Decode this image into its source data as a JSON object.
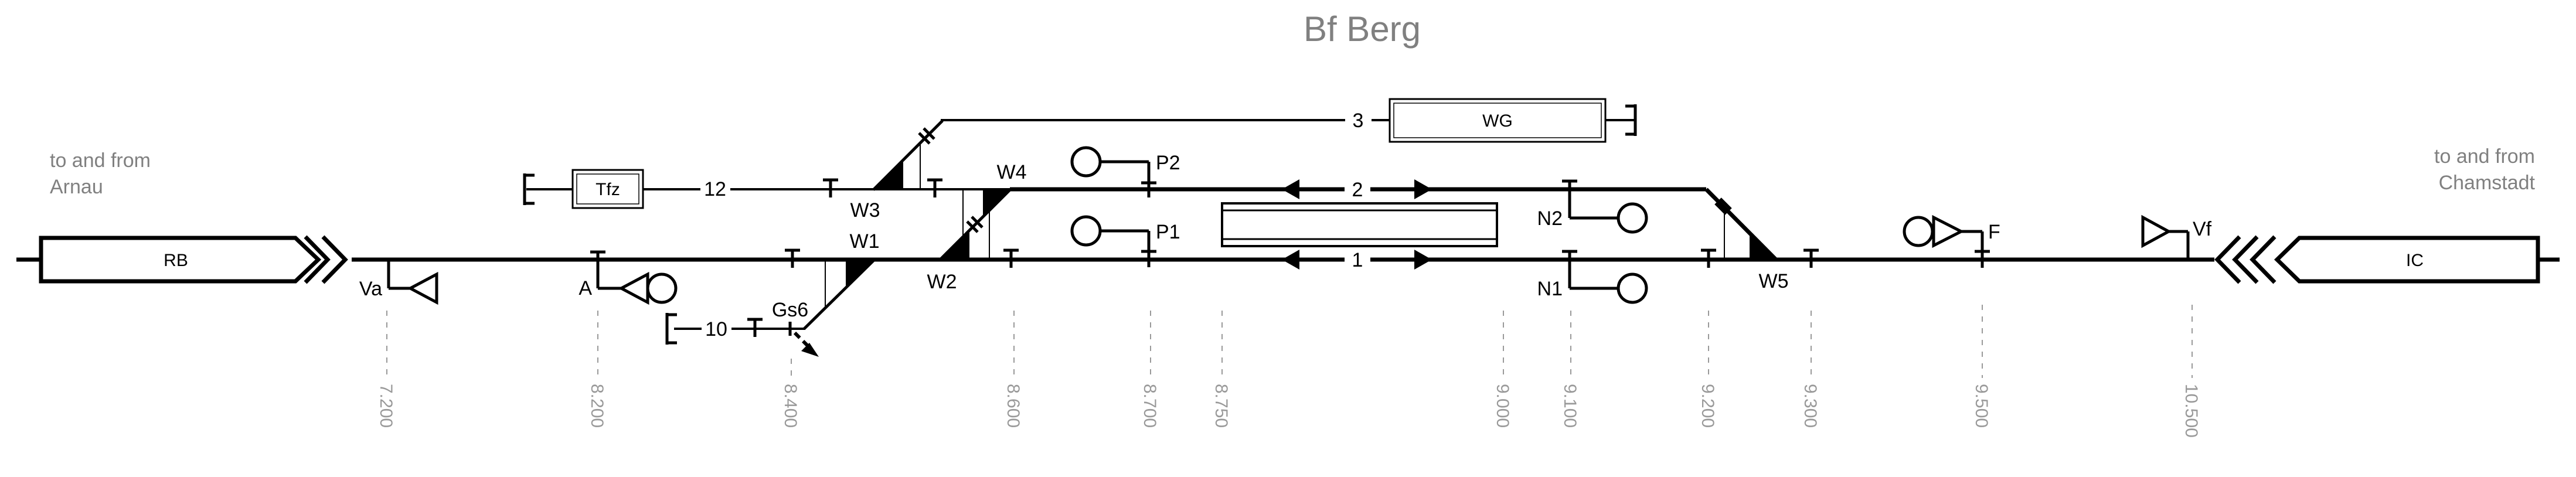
{
  "title": "Bf Berg",
  "colors": {
    "line": "#000000",
    "muted_text": "#808080",
    "km_text": "#999999"
  },
  "corridors": {
    "left": {
      "line1": "to and from",
      "line2": "Arnau"
    },
    "right": {
      "line1": "to and from",
      "line2": "Chamstadt"
    }
  },
  "trains": {
    "left": {
      "label": "RB"
    },
    "right": {
      "label": "IC"
    }
  },
  "buildings": {
    "tfz": "Tfz",
    "wg": "WG"
  },
  "tracks": {
    "track1": "1",
    "track2": "2",
    "track3": "3",
    "track10": "10",
    "track12": "12"
  },
  "switches": {
    "w1": "W1",
    "w2": "W2",
    "w3": "W3",
    "w4": "W4",
    "w5": "W5"
  },
  "derailer": {
    "label": "Gs6"
  },
  "signals": {
    "va": "Va",
    "a": "A",
    "p1": "P1",
    "p2": "P2",
    "n1": "N1",
    "n2": "N2",
    "f": "F",
    "vf": "Vf"
  },
  "km_markers": [
    {
      "label": "7.200"
    },
    {
      "label": "8.200"
    },
    {
      "label": "8.400"
    },
    {
      "label": "8.600"
    },
    {
      "label": "8.700"
    },
    {
      "label": "8.750"
    },
    {
      "label": "9.000"
    },
    {
      "label": "9.100"
    },
    {
      "label": "9.200"
    },
    {
      "label": "9.300"
    },
    {
      "label": "9.500"
    },
    {
      "label": "10.500"
    }
  ]
}
